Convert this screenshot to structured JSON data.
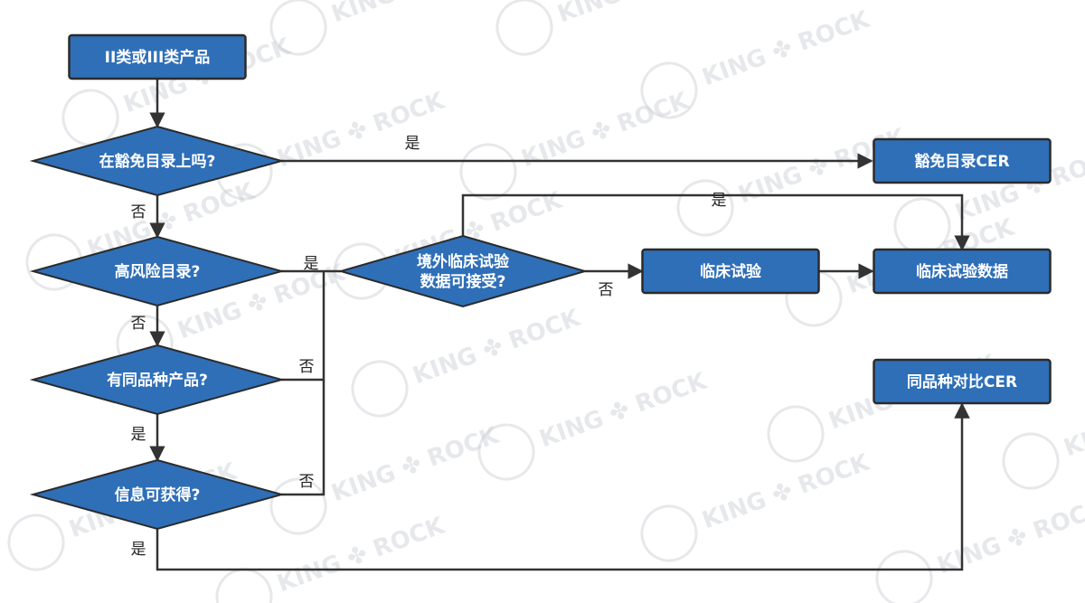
{
  "flowchart": {
    "nodes": [
      {
        "id": "start",
        "shape": "rect",
        "lines": [
          "II类或III类产品"
        ]
      },
      {
        "id": "d1",
        "shape": "diamond",
        "lines": [
          "在豁免目录上吗?"
        ]
      },
      {
        "id": "d2",
        "shape": "diamond",
        "lines": [
          "高风险目录?"
        ]
      },
      {
        "id": "d3",
        "shape": "diamond",
        "lines": [
          "有同品种产品?"
        ]
      },
      {
        "id": "d4",
        "shape": "diamond",
        "lines": [
          "信息可获得?"
        ]
      },
      {
        "id": "d5",
        "shape": "diamond",
        "lines": [
          "境外临床试验",
          "数据可接受?"
        ]
      },
      {
        "id": "exempt",
        "shape": "rect",
        "lines": [
          "豁免目录CER"
        ]
      },
      {
        "id": "trial",
        "shape": "rect",
        "lines": [
          "临床试验"
        ]
      },
      {
        "id": "trialdata",
        "shape": "rect",
        "lines": [
          "临床试验数据"
        ]
      },
      {
        "id": "compare",
        "shape": "rect",
        "lines": [
          "同品种对比CER"
        ]
      }
    ],
    "edges": [
      {
        "id": "e_start_d1",
        "from": "start",
        "to": "d1",
        "label": ""
      },
      {
        "id": "e_d1_exempt",
        "from": "d1",
        "to": "exempt",
        "label": "是"
      },
      {
        "id": "e_d1_d2",
        "from": "d1",
        "to": "d2",
        "label": "否"
      },
      {
        "id": "e_d2_d5",
        "from": "d2",
        "to": "d5",
        "label": "是"
      },
      {
        "id": "e_d2_d3",
        "from": "d2",
        "to": "d3",
        "label": "否"
      },
      {
        "id": "e_d3_d5",
        "from": "d3",
        "to": "d5",
        "label": "否"
      },
      {
        "id": "e_d3_d4",
        "from": "d3",
        "to": "d4",
        "label": "是"
      },
      {
        "id": "e_d4_d5",
        "from": "d4",
        "to": "d5",
        "label": "否"
      },
      {
        "id": "e_d4_compare",
        "from": "d4",
        "to": "compare",
        "label": "是"
      },
      {
        "id": "e_d5_trialdata",
        "from": "d5",
        "to": "trialdata",
        "label": "是"
      },
      {
        "id": "e_d5_trial",
        "from": "d5",
        "to": "trial",
        "label": "否"
      },
      {
        "id": "e_trial_trialdata",
        "from": "trial",
        "to": "trialdata",
        "label": ""
      }
    ]
  },
  "watermark": {
    "text_left": "KING",
    "text_right": "ROCK",
    "color": "#c9cdd3"
  },
  "colors": {
    "node_fill": "#2E6FB8",
    "node_stroke": "#2b2b2b",
    "edge": "#333333"
  }
}
